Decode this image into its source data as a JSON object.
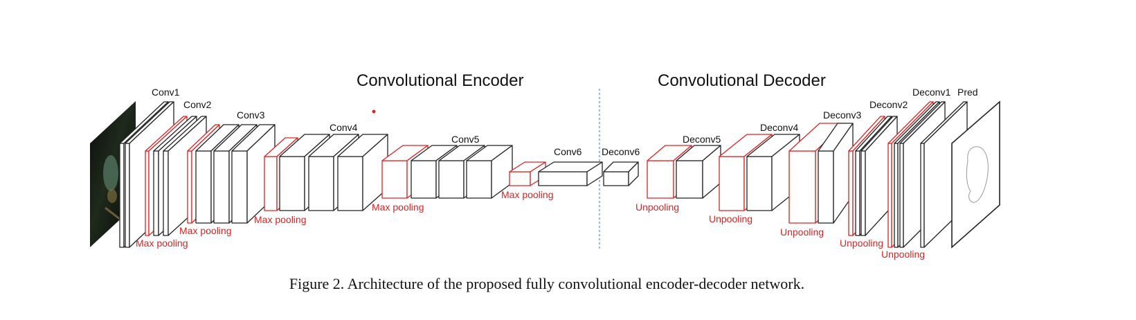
{
  "titles": {
    "encoder": "Convolutional Encoder",
    "decoder": "Convolutional Decoder"
  },
  "caption": "Figure 2. Architecture of the proposed fully convolutional encoder-decoder network.",
  "layers": {
    "conv1": "Conv1",
    "conv2": "Conv2",
    "conv3": "Conv3",
    "conv4": "Conv4",
    "conv5": "Conv5",
    "conv6": "Conv6",
    "deconv6": "Deconv6",
    "deconv5": "Deconv5",
    "deconv4": "Deconv4",
    "deconv3": "Deconv3",
    "deconv2": "Deconv2",
    "deconv1": "Deconv1",
    "pred": "Pred"
  },
  "ops": {
    "max_pooling": "Max pooling",
    "unpooling": "Unpooling"
  },
  "colors": {
    "layer": "#222222",
    "pool": "#e02020",
    "divider": "#5b8bd0"
  }
}
